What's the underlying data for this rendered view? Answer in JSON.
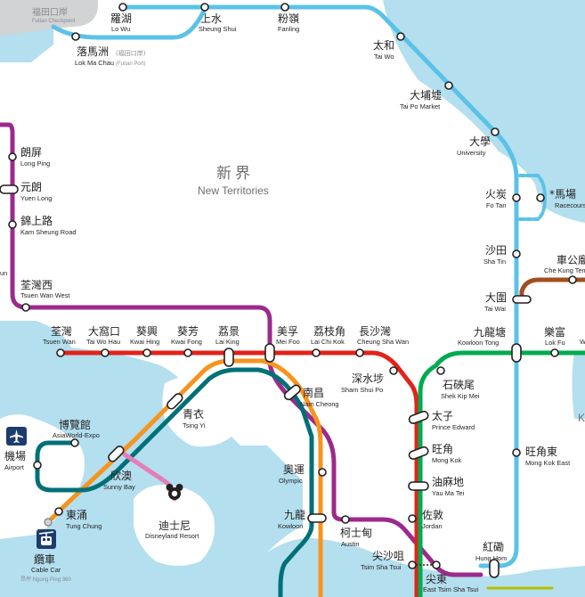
{
  "colors": {
    "water": "#b3dfef",
    "land": "#ffffff",
    "border_land": "#d1d3d4",
    "east_rail": "#5bc2e7",
    "tuen_ma": "#9c2a8c",
    "tsuen_wan": "#e2231a",
    "kwun_tong": "#00ab4e",
    "tung_chung": "#f7941d",
    "airport_express": "#007078",
    "disneyland": "#e57eb6",
    "south_island": "#b5bd00",
    "tko": "#7d4994",
    "racecourse": "#5bc2e7",
    "ma_on_shan_brown": "#a0501e"
  },
  "region": {
    "zh": "新界",
    "en": "New Territories",
    "kowloon_partial": "K"
  },
  "border_point": {
    "zh": "福田口岸",
    "en": "Futian Checkpoint"
  },
  "stations": [
    {
      "id": "lo-wu",
      "zh": "羅湖",
      "en": "Lo Wu"
    },
    {
      "id": "lok-ma-chau",
      "zh": "落馬洲",
      "zh_small": "(福田口岸)",
      "en": "Lok Ma Chau",
      "en_small": "(Futian Port)"
    },
    {
      "id": "sheung-shui",
      "zh": "上水",
      "en": "Sheung Shui"
    },
    {
      "id": "fanling",
      "zh": "粉嶺",
      "en": "Fanling"
    },
    {
      "id": "tai-wo",
      "zh": "太和",
      "en": "Tai Wo"
    },
    {
      "id": "tai-po-market",
      "zh": "大埔墟",
      "en": "Tai Po Market"
    },
    {
      "id": "university",
      "zh": "大學",
      "en": "University"
    },
    {
      "id": "fo-tan",
      "zh": "火炭",
      "en": "Fo Tan"
    },
    {
      "id": "racecourse",
      "zh": "馬場",
      "en": "Racecourse",
      "marker": "*"
    },
    {
      "id": "sha-tin",
      "zh": "沙田",
      "en": "Sha Tin"
    },
    {
      "id": "che-kung-temple",
      "zh": "車公廟",
      "en": "Che Kung Temple"
    },
    {
      "id": "tai-wai",
      "zh": "大圍",
      "en": "Tai Wai"
    },
    {
      "id": "kowloon-tong",
      "zh": "九龍塘",
      "en": "Kowloon Tong"
    },
    {
      "id": "lok-fu",
      "zh": "樂富",
      "en": "Lok Fu"
    },
    {
      "id": "mong-kok-east",
      "zh": "旺角東",
      "en": "Mong Kok East"
    },
    {
      "id": "hung-hom",
      "zh": "紅磡",
      "en": "Hung Hom"
    },
    {
      "id": "long-ping",
      "zh": "朗屏",
      "en": "Long Ping"
    },
    {
      "id": "yuen-long",
      "zh": "元朗",
      "en": "Yuen Long"
    },
    {
      "id": "kam-sheung-road",
      "zh": "錦上路",
      "en": "Kam Sheung Road"
    },
    {
      "id": "tsuen-wan-west",
      "zh": "荃灣西",
      "en": "Tsuen Wan West"
    },
    {
      "id": "tsuen-wan",
      "zh": "荃灣",
      "en": "Tsuen Wan"
    },
    {
      "id": "tai-wo-hau",
      "zh": "大窩口",
      "en": "Tai Wo Hau"
    },
    {
      "id": "kwai-hing",
      "zh": "葵興",
      "en": "Kwai Hing"
    },
    {
      "id": "kwai-fong",
      "zh": "葵芳",
      "en": "Kwai Fong"
    },
    {
      "id": "lai-king",
      "zh": "荔景",
      "en": "Lai King"
    },
    {
      "id": "mei-foo",
      "zh": "美孚",
      "en": "Mei Foo"
    },
    {
      "id": "lai-chi-kok",
      "zh": "荔枝角",
      "en": "Lai Chi Kok"
    },
    {
      "id": "cheung-sha-wan",
      "zh": "長沙灣",
      "en": "Cheung Sha Wan"
    },
    {
      "id": "sham-shui-po",
      "zh": "深水埗",
      "en": "Sham Shui Po"
    },
    {
      "id": "shek-kip-mei",
      "zh": "石硤尾",
      "en": "Shek Kip Mei"
    },
    {
      "id": "prince-edward",
      "zh": "太子",
      "en": "Prince Edward"
    },
    {
      "id": "mong-kok",
      "zh": "旺角",
      "en": "Mong Kok"
    },
    {
      "id": "yau-ma-tei",
      "zh": "油麻地",
      "en": "Yau Ma Tei"
    },
    {
      "id": "jordan",
      "zh": "佐敦",
      "en": "Jordan"
    },
    {
      "id": "tsim-sha-tsui",
      "zh": "尖沙咀",
      "en": "Tsim Sha Tsui"
    },
    {
      "id": "east-tsim-sha-tsui",
      "zh": "尖東",
      "en": "East Tsim Sha Tsui"
    },
    {
      "id": "nam-cheong",
      "zh": "南昌",
      "en": "Nam Cheong"
    },
    {
      "id": "olympic",
      "zh": "奧運",
      "en": "Olympic"
    },
    {
      "id": "kowloon",
      "zh": "九龍",
      "en": "Kowloon"
    },
    {
      "id": "austin",
      "zh": "柯士甸",
      "en": "Austin"
    },
    {
      "id": "tsing-yi",
      "zh": "青衣",
      "en": "Tsing Yi"
    },
    {
      "id": "sunny-bay",
      "zh": "欣澳",
      "en": "Sunny Bay"
    },
    {
      "id": "disneyland-resort",
      "zh": "迪士尼",
      "en": "Disneyland Resort"
    },
    {
      "id": "asiaworld-expo",
      "zh": "博覽館",
      "en": "AsiaWorld-Expo"
    },
    {
      "id": "airport",
      "zh": "機場",
      "en": "Airport"
    },
    {
      "id": "tung-chung",
      "zh": "東涌",
      "en": "Tung Chung"
    },
    {
      "id": "cable-car",
      "zh": "纜車",
      "en": "Cable Car",
      "sub": "昂坪 Ngong Ping 360"
    }
  ],
  "partial_labels": {
    "kowloon_partial": "K",
    "un_partial": "un",
    "w_partial": "W"
  },
  "icons": [
    "airport-icon",
    "cable-car-icon",
    "disney-icon"
  ]
}
